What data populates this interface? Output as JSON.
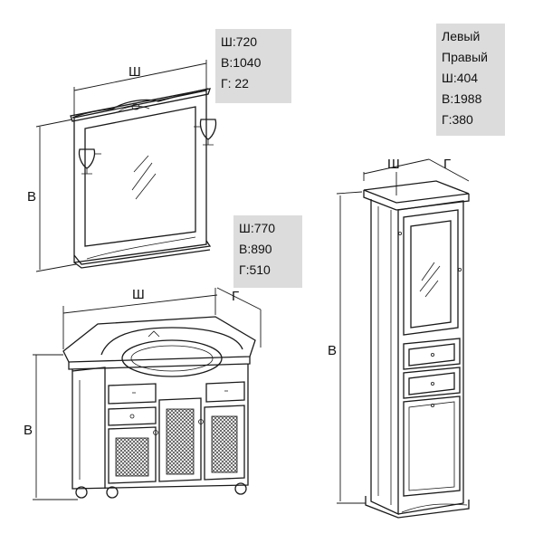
{
  "mirror": {
    "dimension_labels": {
      "width": "Ш",
      "height": "В"
    },
    "specs": [
      "Ш:720",
      "В:1040",
      "Г: 22"
    ]
  },
  "vanity": {
    "dimension_labels": {
      "width": "Ш",
      "depth": "Г",
      "height": "В"
    },
    "specs": [
      "Ш:770",
      "В:890",
      "Г:510"
    ]
  },
  "tall_cabinet": {
    "dimension_labels": {
      "width": "Ш",
      "depth": "Г",
      "height": "В"
    },
    "specs": [
      "Левый",
      "Правый",
      "Ш:404",
      "В:1988",
      "Г:380"
    ]
  },
  "colors": {
    "line": "#1a1a1a",
    "spec_background": "#dcdcdc",
    "mesh": "#3a3a3a"
  }
}
